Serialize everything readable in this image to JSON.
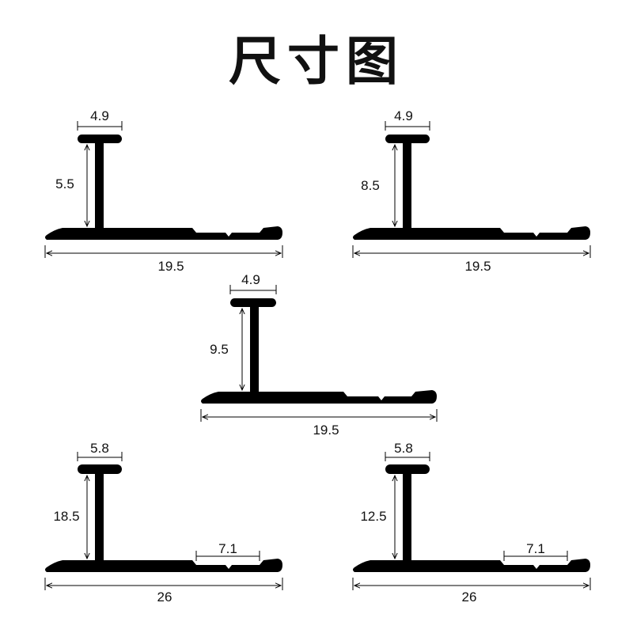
{
  "title": "尺寸图",
  "profiles": [
    {
      "id": "profile-1",
      "top_width": "4.9",
      "height": "5.5",
      "base_width": "19.5"
    },
    {
      "id": "profile-2",
      "top_width": "4.9",
      "height": "8.5",
      "base_width": "19.5"
    },
    {
      "id": "profile-3",
      "top_width": "4.9",
      "height": "9.5",
      "base_width": "19.5"
    },
    {
      "id": "profile-4",
      "top_width": "5.8",
      "height": "18.5",
      "base_width": "26",
      "groove_width": "7.1"
    },
    {
      "id": "profile-5",
      "top_width": "5.8",
      "height": "12.5",
      "base_width": "26",
      "groove_width": "7.1"
    }
  ],
  "colors": {
    "profile": "#000000",
    "background": "#ffffff"
  }
}
